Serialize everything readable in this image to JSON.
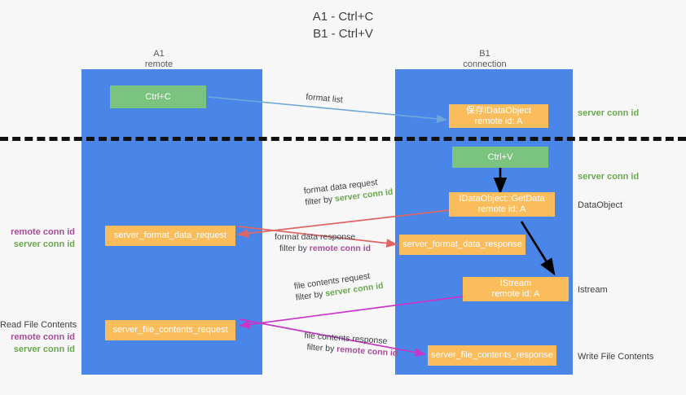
{
  "title": "A1 - Ctrl+C\nB1 - Ctrl+V",
  "lanes": [
    {
      "id": "a1",
      "name": "A1",
      "sub": "remote",
      "header": "A1\nremote"
    },
    {
      "id": "b1",
      "name": "B1",
      "sub": "connection",
      "header": "B1\nconnection"
    }
  ],
  "nodes": {
    "ctrl_c": {
      "label": "Ctrl+C",
      "color": "#7ac47f"
    },
    "save_idataobject": {
      "line1": "保存IDataObject",
      "line2": "remote id: A",
      "color": "#fbbc5c"
    },
    "ctrl_v": {
      "label": "Ctrl+V",
      "color": "#7ac47f"
    },
    "getdata": {
      "line1": "IDataObject::GetData",
      "line2": "remote id: A",
      "color": "#fbbc5c"
    },
    "istream": {
      "line1": "IStream",
      "line2": "remote id: A",
      "color": "#fbbc5c"
    },
    "format_data_request": {
      "label": "server_format_data_request",
      "color": "#fbbc5c"
    },
    "format_data_response": {
      "label": "server_format_data_response",
      "color": "#fbbc5c"
    },
    "file_contents_request": {
      "label": "server_file_contents_request",
      "color": "#fbbc5c"
    },
    "file_contents_response": {
      "label": "server_file_contents_response",
      "color": "#fbbc5c"
    }
  },
  "edges": {
    "format_list": {
      "label": "format list",
      "color": "#6fa8dc"
    },
    "format_data_request": {
      "line1": "format data request",
      "filter_prefix": "filter by ",
      "filter_value": "server conn id",
      "color": "#e06666"
    },
    "format_data_response": {
      "line1": "format data response",
      "filter_prefix": "filter by ",
      "filter_value": "remote conn id",
      "color": "#e06666"
    },
    "file_contents_request": {
      "line1": "file contents request",
      "filter_prefix": "filter by ",
      "filter_value": "server conn id",
      "color": "#c935c9"
    },
    "file_contents_response": {
      "line1": "file contents response",
      "filter_prefix": "filter by ",
      "filter_value": "remote conn id",
      "color": "#c935c9"
    }
  },
  "right_labels": {
    "server_conn_id_top": "server conn id",
    "server_conn_id_mid": "server conn id",
    "dataobject": "DataObject",
    "istream": "Istream",
    "write_file_contents": "Write File Contents"
  },
  "left_labels": {
    "block1_remote": "remote conn id",
    "block1_server": "server conn id",
    "read_file_contents": "Read File Contents",
    "block2_remote": "remote conn id",
    "block2_server": "server conn id"
  },
  "colors": {
    "lane": "#4a86e8",
    "green_node": "#7ac47f",
    "orange_node": "#fbbc5c",
    "server_conn": "#6aa84f",
    "remote_conn": "#a64d9a",
    "blue_arrow": "#6fa8dc",
    "red_arrow": "#e06666",
    "magenta_arrow": "#c935c9",
    "black_arrow": "#000000",
    "background": "#f7f7f7"
  }
}
